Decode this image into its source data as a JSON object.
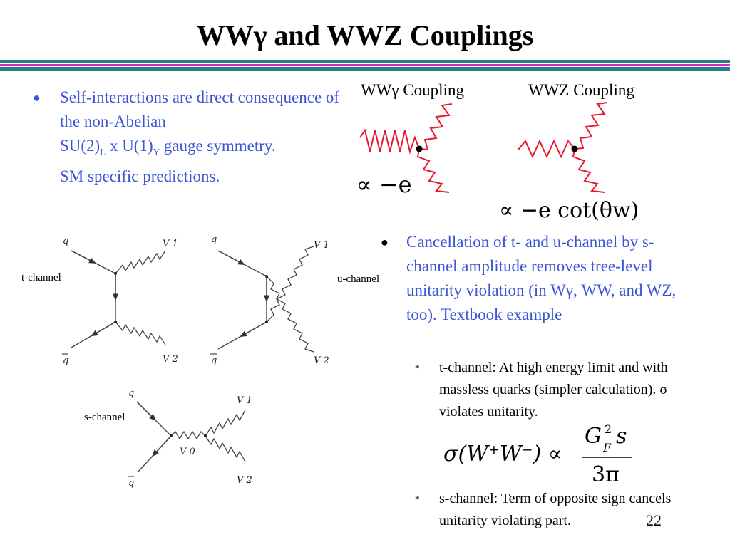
{
  "title": "WWγ and WWZ Couplings",
  "intro_bullet": "Self-interactions are direct consequence of the non-Abelian",
  "intro_line2": "SU(2)",
  "intro_sub_L": "L",
  "intro_x": " x U(1)",
  "intro_sub_Y": "Y",
  "intro_rest": " gauge symmetry.",
  "intro_line3": "SM specific predictions.",
  "coupling_wwg": "WWγ  Coupling",
  "coupling_wwz": "WWZ  Coupling",
  "formula_wwg": "∝ −e",
  "formula_wwz": "∝ −e cot(θw)",
  "channels": {
    "t": "t-channel",
    "u": "u-channel",
    "s": "s-channel"
  },
  "diagram_labels": {
    "q": "q",
    "qbar": "q",
    "v1": "V 1",
    "v2": "V 2",
    "v0": "V 0"
  },
  "cancellation": "Cancellation of t- and u-channel by s-channel amplitude removes tree-level unitarity violation (in Wγ, WW, and WZ, too).  Textbook example",
  "sub_t": "t-channel: At high energy limit and with massless quarks (simpler calculation). σ violates unitarity.",
  "sub_s": "s-channel: Term of opposite sign cancels unitarity violating part.",
  "cross_section_lhs": "σ(W⁺W⁻) ∝",
  "cross_section_num": "G F 2 s",
  "cross_section_den": "3π",
  "page_number": "22",
  "colors": {
    "accent_blue": "#3a55d6",
    "divider_teal": "#2a7f86",
    "divider_magenta": "#d427c8",
    "diagram_red": "#e8192c"
  }
}
